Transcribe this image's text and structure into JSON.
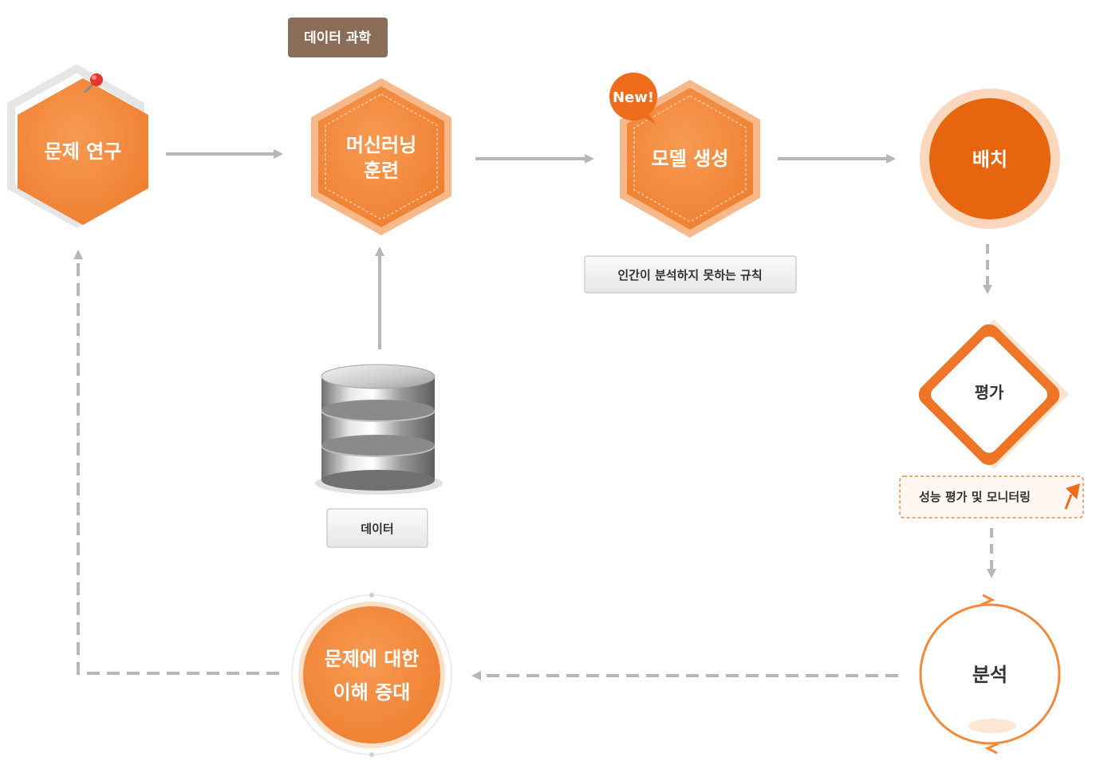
{
  "nodes": {
    "problem_research": {
      "label": "문제 연구"
    },
    "ml_training": {
      "line1": "머신러닝",
      "line2": "훈련"
    },
    "model_generation": {
      "label": "모델 생성",
      "badge": "New!"
    },
    "deployment": {
      "label": "배치"
    },
    "evaluation": {
      "label": "평가"
    },
    "analysis": {
      "label": "분석"
    },
    "understanding": {
      "line1": "문제에 대한",
      "line2": "이해 증대"
    }
  },
  "tags": {
    "data_science": "데이터 과학",
    "human_rules": "인간이 분석하지 못하는 규칙",
    "data": "데이터",
    "monitoring": "성능 평가 및 모니터링"
  },
  "colors": {
    "orange": "#f28a3c",
    "orange_dark": "#e8650f",
    "orange_light": "#fbd6b8",
    "brown_tag": "#8c6d57",
    "arrow_gray": "#b7b7b7"
  }
}
